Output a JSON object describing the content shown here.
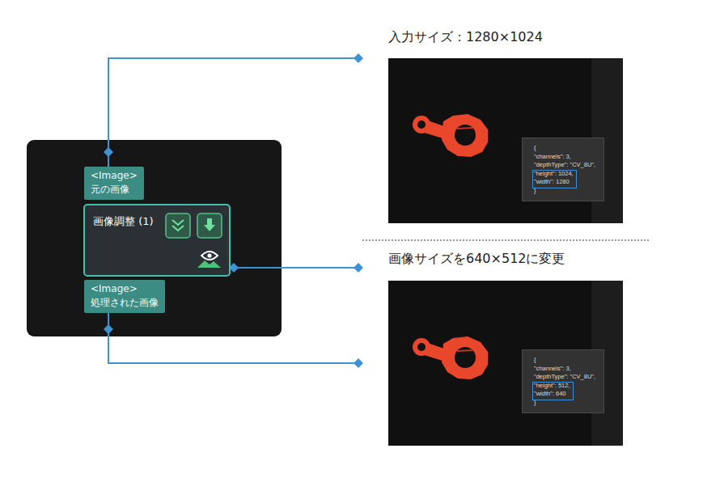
{
  "diagram": {
    "nodes": [
      {
        "text": [
          "<Image>",
          "元の画像"
        ]
      },
      {
        "text": [
          "画像調整 (1)"
        ]
      },
      {
        "text": [
          "<Image>",
          "処理された画像"
        ]
      },
      {
        "text": [
          "入力サイズ：1280×1024"
        ]
      },
      {
        "text": [
          "{",
          "\"channels\": 3,",
          "\"depthType\": \"CV_8U\",",
          "\"height\": 1024,",
          "\"width\": 1280",
          "}"
        ],
        "in": 3
      },
      {
        "text": [
          "画像サイズを640×512に変更"
        ]
      },
      {
        "text": [
          "{",
          "\"channels\": 3,",
          "\"depthType\": \"CV_8U\",",
          "\"height\": 512,",
          "\"width\": 640",
          "}"
        ],
        "in": 5
      }
    ],
    "edges": [
      {
        "from": 0,
        "to": 3,
        "arrow": "none"
      },
      {
        "from": 1,
        "to": 5,
        "arrow": "none"
      },
      {
        "from": 2,
        "to": 5,
        "arrow": "none"
      }
    ]
  }
}
